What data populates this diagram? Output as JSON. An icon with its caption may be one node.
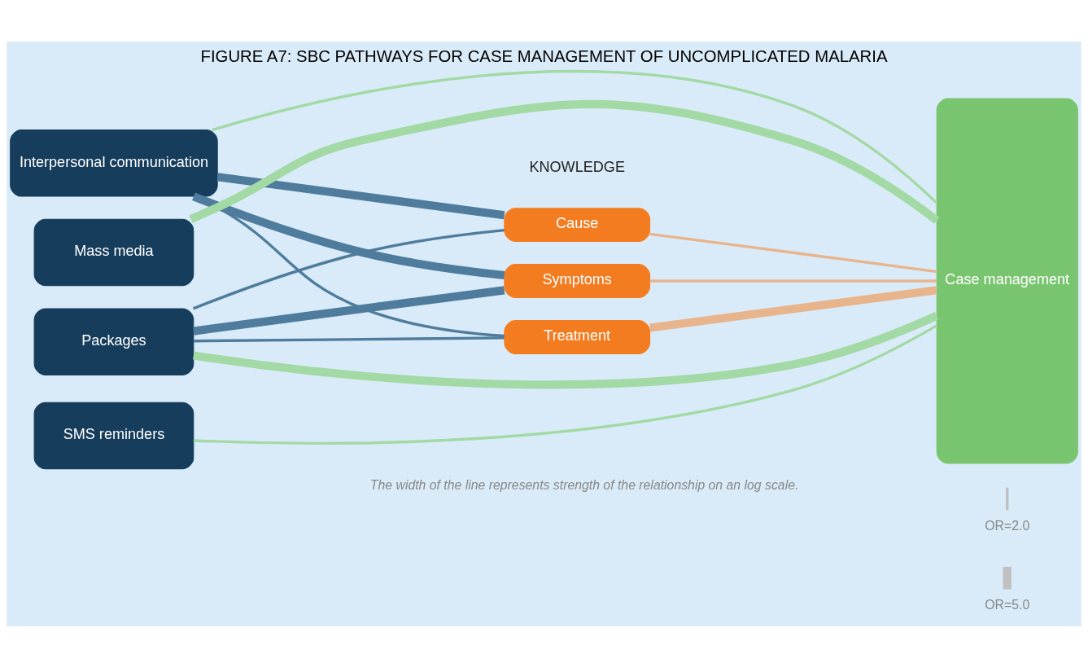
{
  "diagram": {
    "title": "FIGURE A7: SBC PATHWAYS FOR CASE MANAGEMENT OF UNCOMPLICATED MALARIA",
    "caption": "The width of the line represents strength of the relationship on an log scale.",
    "nodes": [
      {
        "text": [
          "Interpersonal communication"
        ]
      },
      {
        "text": [
          "Mass media"
        ]
      },
      {
        "text": [
          "Packages"
        ]
      },
      {
        "text": [
          "SMS reminders"
        ]
      },
      {
        "text": [
          "Cause"
        ]
      },
      {
        "text": [
          "Symptoms"
        ]
      },
      {
        "text": [
          "Treatment"
        ]
      },
      {
        "text": [
          "Case management"
        ]
      }
    ],
    "edges": [
      {
        "from": 0,
        "to": 7,
        "arrow": "none",
        "color": "#a3d9a5"
      },
      {
        "from": 0,
        "to": 4,
        "arrow": "none",
        "style": "thick"
      },
      {
        "from": 0,
        "to": 5,
        "arrow": "none",
        "style": "thick"
      },
      {
        "from": 0,
        "to": 6,
        "arrow": "none"
      },
      {
        "from": 2,
        "to": 4,
        "arrow": "none"
      },
      {
        "from": 2,
        "to": 5,
        "arrow": "none",
        "style": "thick"
      },
      {
        "from": 2,
        "to": 6,
        "arrow": "none"
      },
      {
        "from": 4,
        "to": 7,
        "arrow": "none",
        "color": "#e8b48c"
      },
      {
        "from": 5,
        "to": 7,
        "arrow": "none",
        "color": "#e8b48c"
      },
      {
        "from": 6,
        "to": 7,
        "arrow": "none",
        "style": "thick",
        "color": "#e8b48c"
      },
      {
        "from": 1,
        "to": 7,
        "arrow": "none",
        "style": "thick",
        "color": "#a3d9a5"
      },
      {
        "from": 2,
        "to": 7,
        "arrow": "none",
        "style": "thick",
        "color": "#a3d9a5"
      },
      {
        "from": 3,
        "to": 7,
        "arrow": "none",
        "color": "#a3d9a5"
      }
    ],
    "labels": [
      "KNOWLEDGE"
    ],
    "legend": [
      {
        "text": "OR=2.0"
      },
      {
        "text": "OR=5.0"
      }
    ]
  }
}
